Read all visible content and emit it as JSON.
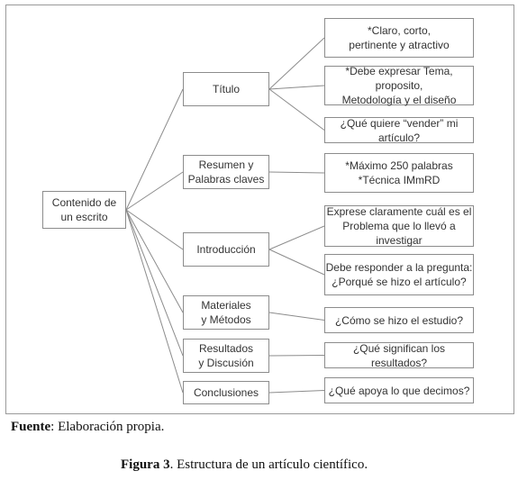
{
  "diagram": {
    "root": "Contenido de\nun escrito",
    "sections": [
      {
        "key": "titulo",
        "label": "Título"
      },
      {
        "key": "resumen",
        "label": "Resumen y\nPalabras claves"
      },
      {
        "key": "introduccion",
        "label": "Introducción"
      },
      {
        "key": "materiales",
        "label": "Materiales\ny Métodos"
      },
      {
        "key": "resultados",
        "label": "Resultados\ny Discusión"
      },
      {
        "key": "conclusiones",
        "label": "Conclusiones"
      }
    ],
    "details": [
      {
        "key": "titulo-1",
        "parent": "titulo",
        "text": "*Claro, corto,\npertinente y atractivo"
      },
      {
        "key": "titulo-2",
        "parent": "titulo",
        "text": "*Debe expresar Tema, proposito,\nMetodología y el diseño"
      },
      {
        "key": "titulo-3",
        "parent": "titulo",
        "text": "¿Qué quiere “vender” mi artículo?"
      },
      {
        "key": "resumen-1",
        "parent": "resumen",
        "text": "*Máximo 250 palabras\n*Técnica IMmRD"
      },
      {
        "key": "introduccion-1",
        "parent": "introduccion",
        "text": "Exprese claramente cuál es el\nProblema que lo llevó a investigar"
      },
      {
        "key": "introduccion-2",
        "parent": "introduccion",
        "text": "Debe responder a la pregunta:\n¿Porqué se hizo el artículo?"
      },
      {
        "key": "materiales-1",
        "parent": "materiales",
        "text": "¿Cómo se hizo el estudio?"
      },
      {
        "key": "resultados-1",
        "parent": "resultados",
        "text": "¿Qué significan los resultados?"
      },
      {
        "key": "conclusiones-1",
        "parent": "conclusiones",
        "text": "¿Qué apoya lo que decimos?"
      }
    ]
  },
  "caption": {
    "source_label": "Fuente",
    "source_text": ": Elaboración propia.",
    "figure_label": "Figura 3",
    "figure_text": ". Estructura de un artículo científico."
  }
}
